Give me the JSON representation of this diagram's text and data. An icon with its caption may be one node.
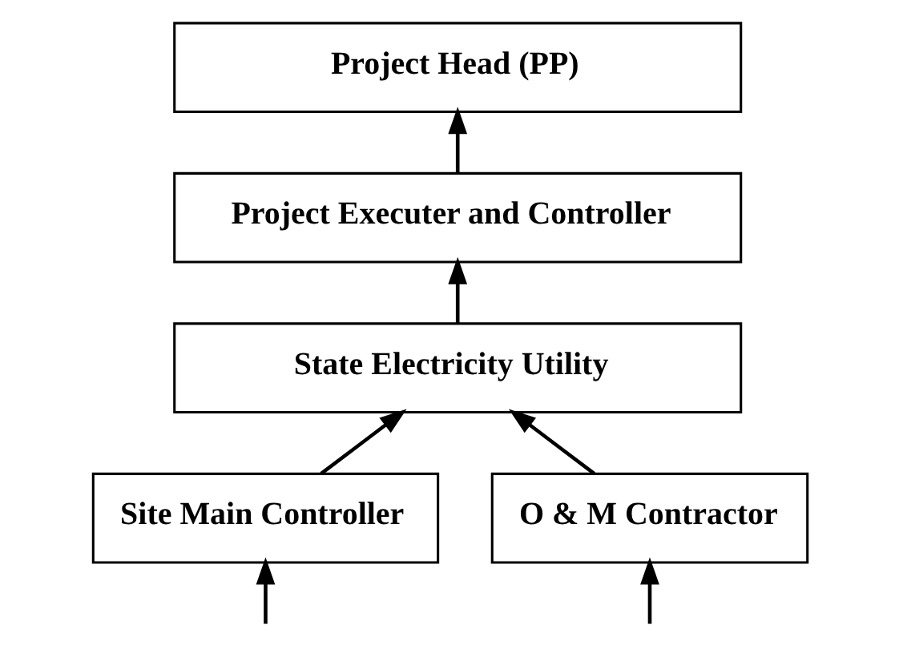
{
  "diagram": {
    "nodes": [
      {
        "text": [
          "Project Head (PP)"
        ]
      },
      {
        "text": [
          "Project Executer and Controller"
        ]
      },
      {
        "text": [
          "State Electricity Utility"
        ]
      },
      {
        "text": [
          "Site Main Controller"
        ]
      },
      {
        "text": [
          "O & M Contractor"
        ]
      }
    ],
    "edges": [
      {
        "from": 1,
        "to": 0,
        "arrow": "to"
      },
      {
        "from": 2,
        "to": 1,
        "arrow": "to"
      },
      {
        "from": 3,
        "to": 2,
        "arrow": "to"
      },
      {
        "from": 4,
        "to": 2,
        "arrow": "to"
      },
      {
        "from": null,
        "to": 3,
        "arrow": "to"
      },
      {
        "from": null,
        "to": 4,
        "arrow": "to"
      }
    ]
  }
}
